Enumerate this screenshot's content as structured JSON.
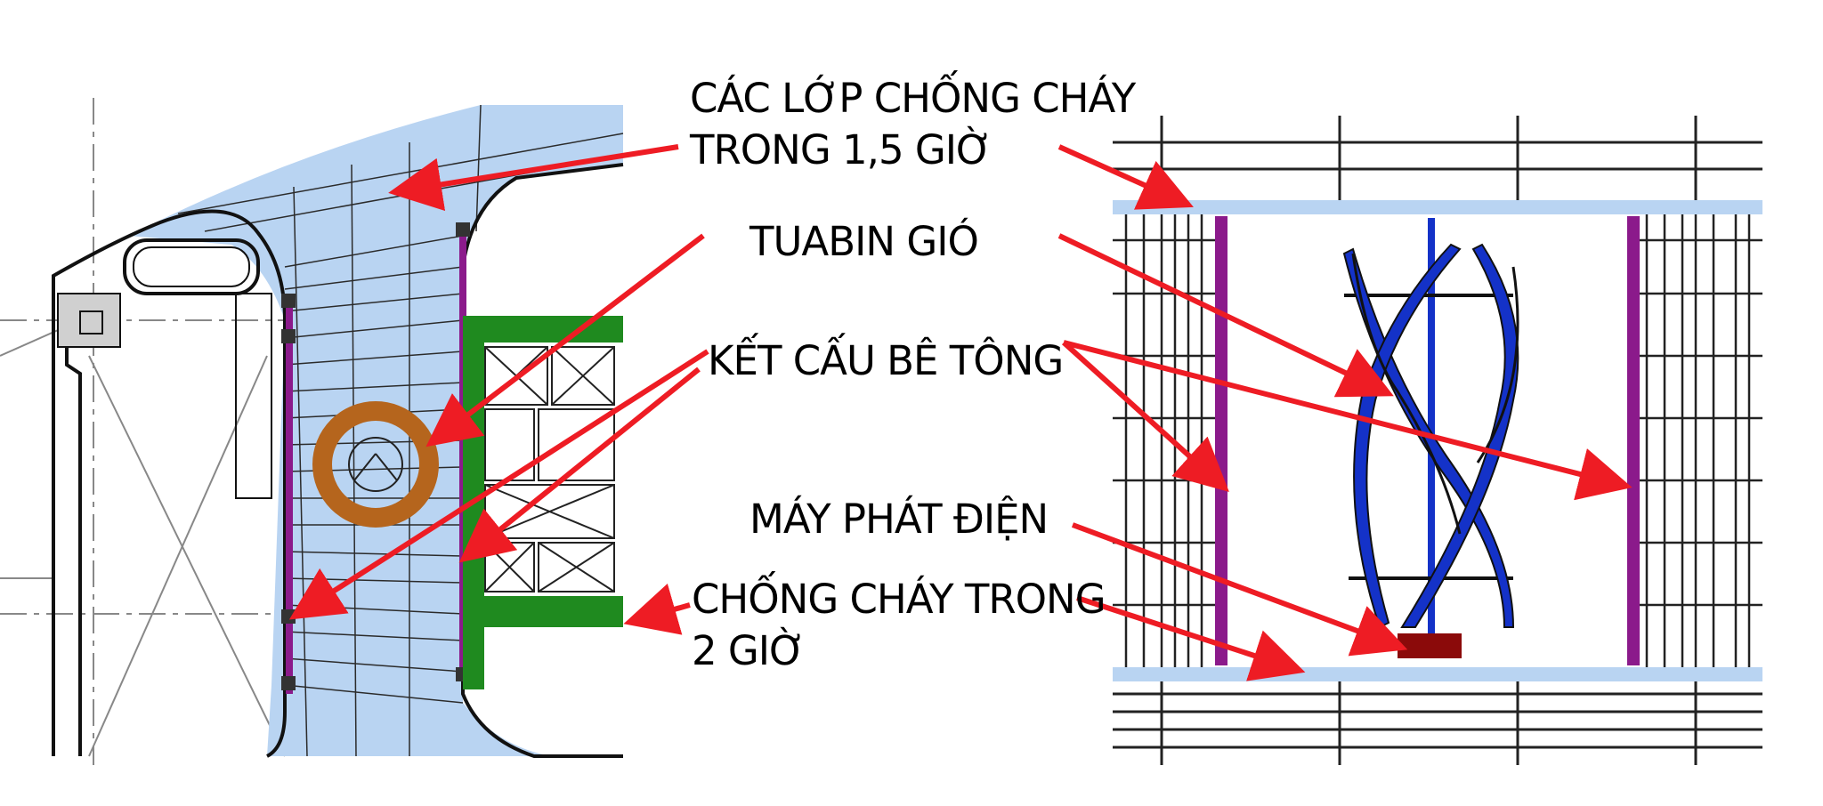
{
  "labels": {
    "fire_layers": [
      "CÁC LỚP CHỐNG CHÁY",
      "TRONG 1,5 GIỜ"
    ],
    "wind_turbine": "TUABIN GIÓ",
    "concrete_structure": "KẾT CẤU BÊ TÔNG",
    "generator": "MÁY PHÁT ĐIỆN",
    "fire_2h": [
      "CHỐNG CHÁY TRONG",
      "2 GIỜ"
    ]
  },
  "colors": {
    "arrow": "#ee1c24",
    "fire_layer_fill": "#b9d4f2",
    "concrete_wall": "#8b1a8b",
    "turbine_blade": "#1432c8",
    "turbine_ring": "#b5651d",
    "core_frame": "#1f8a1f",
    "generator": "#8b0a0a",
    "line": "#222222"
  }
}
